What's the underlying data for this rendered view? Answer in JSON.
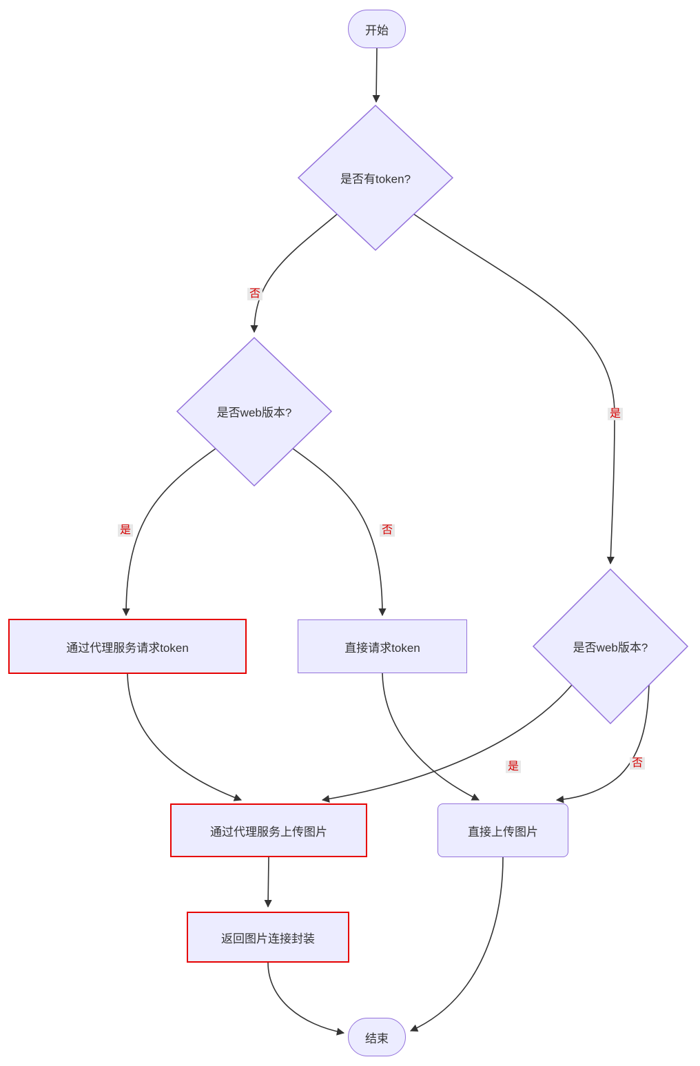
{
  "diagram": {
    "type": "flowchart",
    "nodes": {
      "start": {
        "label": "开始",
        "shape": "stadium"
      },
      "has_token": {
        "label": "是否有token?",
        "shape": "diamond"
      },
      "is_web_left": {
        "label": "是否web版本?",
        "shape": "diamond"
      },
      "is_web_right": {
        "label": "是否web版本?",
        "shape": "diamond"
      },
      "proxy_token": {
        "label": "通过代理服务请求token",
        "shape": "rect",
        "highlighted": true
      },
      "direct_token": {
        "label": "直接请求token",
        "shape": "rect",
        "highlighted": false
      },
      "proxy_upload": {
        "label": "通过代理服务上传图片",
        "shape": "rect",
        "highlighted": true
      },
      "direct_upload": {
        "label": "直接上传图片",
        "shape": "rounded-rect",
        "highlighted": false
      },
      "return_wrap": {
        "label": "返回图片连接封装",
        "shape": "rect",
        "highlighted": true
      },
      "end": {
        "label": "结束",
        "shape": "stadium"
      }
    },
    "edge_labels": {
      "no1": "否",
      "yes1": "是",
      "yes2": "是",
      "no2": "否",
      "yes3": "是",
      "no3": "否"
    },
    "edges": [
      {
        "from": "开始",
        "to": "是否有token?",
        "label": ""
      },
      {
        "from": "是否有token?",
        "to": "是否web版本? (左)",
        "label": "否"
      },
      {
        "from": "是否有token?",
        "to": "是否web版本? (右)",
        "label": "是"
      },
      {
        "from": "是否web版本? (左)",
        "to": "通过代理服务请求token",
        "label": "是"
      },
      {
        "from": "是否web版本? (左)",
        "to": "直接请求token",
        "label": "否"
      },
      {
        "from": "通过代理服务请求token",
        "to": "通过代理服务上传图片",
        "label": ""
      },
      {
        "from": "直接请求token",
        "to": "直接上传图片",
        "label": ""
      },
      {
        "from": "是否web版本? (右)",
        "to": "通过代理服务上传图片",
        "label": "是"
      },
      {
        "from": "是否web版本? (右)",
        "to": "直接上传图片",
        "label": "否"
      },
      {
        "from": "通过代理服务上传图片",
        "to": "返回图片连接封装",
        "label": ""
      },
      {
        "from": "返回图片连接封装",
        "to": "结束",
        "label": ""
      },
      {
        "from": "直接上传图片",
        "to": "结束",
        "label": ""
      }
    ],
    "colors": {
      "node_fill": "#ECECFF",
      "node_border": "#9370DB",
      "highlight_border": "#e60000",
      "edge": "#333333",
      "edge_label_text": "#d60000",
      "edge_label_bg": "#e8e8e8",
      "node_text": "#333333"
    }
  }
}
